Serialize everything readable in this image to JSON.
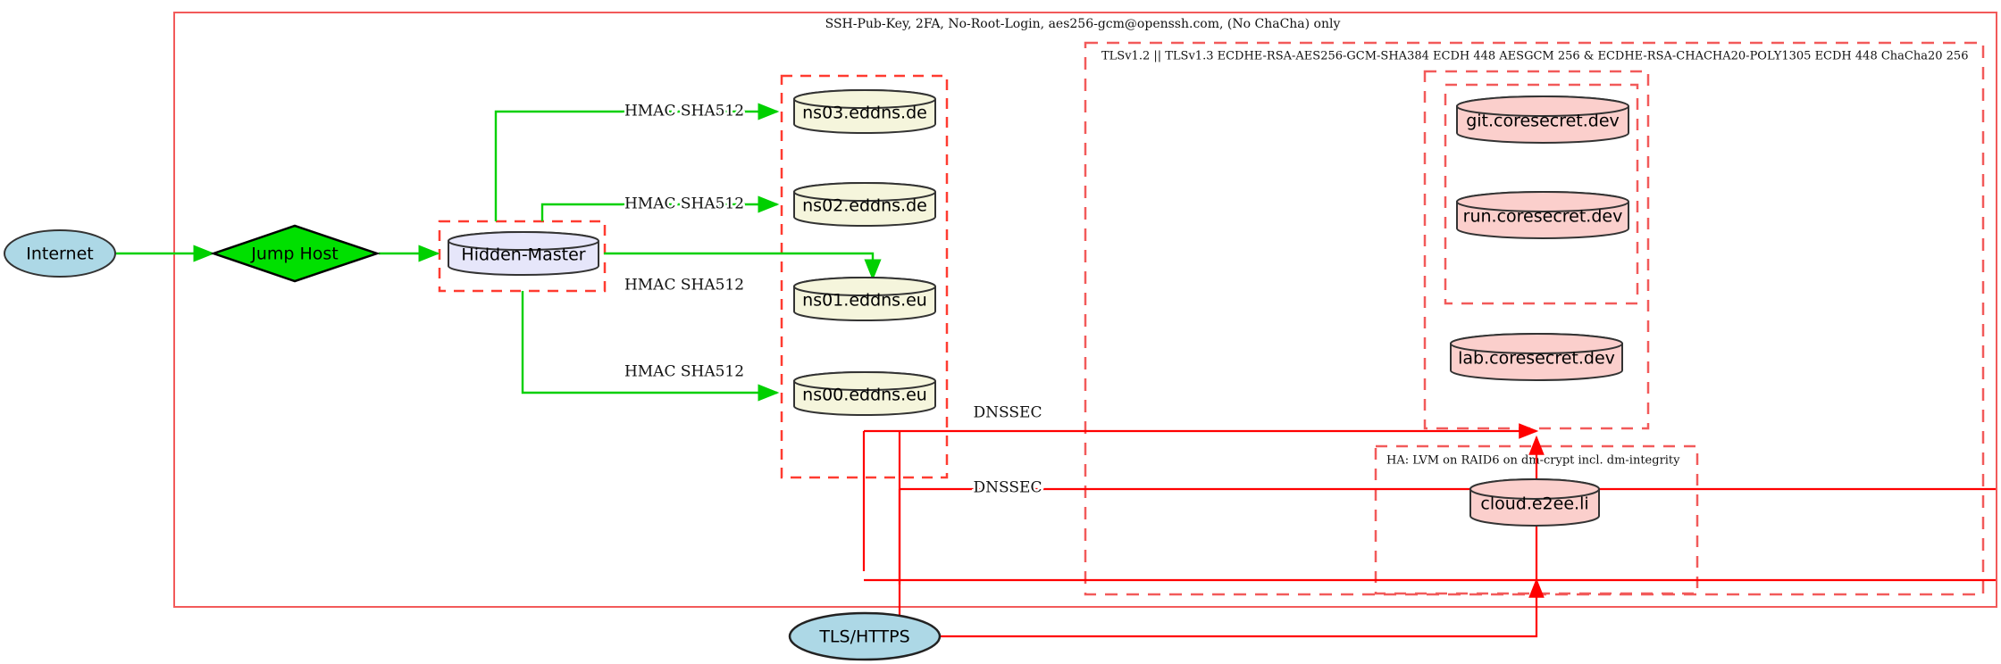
{
  "diagram": {
    "title_label": "SSH-Pub-Key, 2FA, No-Root-Login, aes256-gcm@openssh.com, (No ChaCha) only",
    "clusters": [
      {
        "id": "tls",
        "label": "TLSv1.2 || TLSv1.3 ECDHE-RSA-AES256-GCM-SHA384 ECDH 448 AESGCM 256 & ECDHE-RSA-CHACHA20-POLY1305 ECDH 448 ChaCha20 256"
      },
      {
        "id": "ha",
        "label": "HA: LVM on RAID6 on dm-crypt incl. dm-integrity"
      }
    ],
    "nodes": [
      {
        "id": "internet",
        "label": "Internet",
        "shape": "ellipse",
        "fill": "#add8e6"
      },
      {
        "id": "jumphost",
        "label": "Jump Host",
        "shape": "diamond",
        "fill": "#00e000"
      },
      {
        "id": "hiddenmaster",
        "label": "Hidden-Master",
        "shape": "cylinder",
        "fill": "#e6e6fa"
      },
      {
        "id": "ns03",
        "label": "ns03.eddns.de",
        "shape": "cylinder",
        "fill": "#f5f5dc"
      },
      {
        "id": "ns02",
        "label": "ns02.eddns.de",
        "shape": "cylinder",
        "fill": "#f5f5dc"
      },
      {
        "id": "ns01",
        "label": "ns01.eddns.eu",
        "shape": "cylinder",
        "fill": "#f5f5dc"
      },
      {
        "id": "ns00",
        "label": "ns00.eddns.eu",
        "shape": "cylinder",
        "fill": "#f5f5dc"
      },
      {
        "id": "git",
        "label": "git.coresecret.dev",
        "shape": "cylinder",
        "fill": "#fbcfcc"
      },
      {
        "id": "run",
        "label": "run.coresecret.dev",
        "shape": "cylinder",
        "fill": "#fbcfcc"
      },
      {
        "id": "lab",
        "label": "lab.coresecret.dev",
        "shape": "cylinder",
        "fill": "#fbcfcc"
      },
      {
        "id": "cloud",
        "label": "cloud.e2ee.li",
        "shape": "cylinder",
        "fill": "#fbcfcc"
      },
      {
        "id": "tlshttps",
        "label": "TLS/HTTPS",
        "shape": "ellipse",
        "fill": "#add8e6"
      }
    ],
    "edge_labels": [
      {
        "id": "hmac-ns03",
        "label": "HMAC SHA512"
      },
      {
        "id": "hmac-ns02",
        "label": "HMAC SHA512"
      },
      {
        "id": "hmac-ns01",
        "label": "HMAC SHA512"
      },
      {
        "id": "hmac-ns00",
        "label": "HMAC SHA512"
      },
      {
        "id": "dnssec-1",
        "label": "DNSSEC"
      },
      {
        "id": "dnssec-2",
        "label": "DNSSEC"
      }
    ],
    "colors": {
      "edge_green": "#00d000",
      "edge_red": "#ff0000",
      "cluster_border": "#f25a5a",
      "node_stroke": "#333333"
    }
  }
}
